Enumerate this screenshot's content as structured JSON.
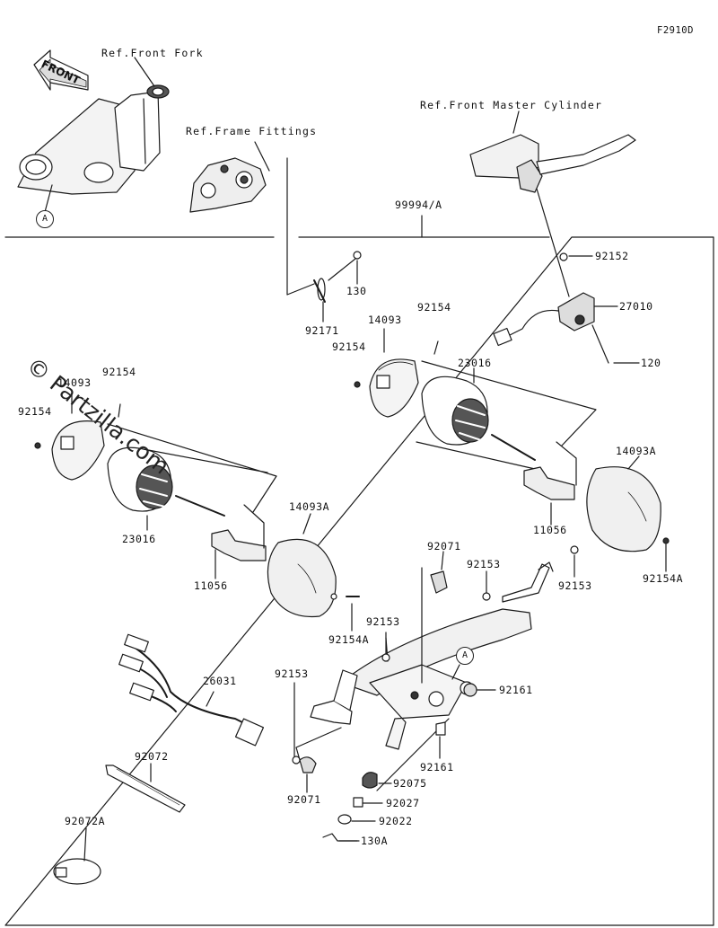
{
  "figure_code": "F2910D",
  "watermark": "© Partzilla.com",
  "front_label": "FRONT",
  "refs": {
    "front_fork": "Ref.Front Fork",
    "frame_fittings": "Ref.Frame Fittings",
    "master_cylinder": "Ref.Front Master Cylinder"
  },
  "circle_refs": {
    "top_left": "A",
    "bracket": "A"
  },
  "parts": {
    "p99994A": "99994/A",
    "p92152": "92152",
    "p27010": "27010",
    "p120": "120",
    "p130": "130",
    "p92171": "92171",
    "p14093_r": "14093",
    "p92154_r1": "92154",
    "p92154_r2": "92154",
    "p23016_r": "23016",
    "p14093A_r": "14093A",
    "p11056_r": "11056",
    "p92154A_r": "92154A",
    "p14093_l": "14093",
    "p92154_l1": "92154",
    "p92154_l2": "92154",
    "p23016_l": "23016",
    "p14093A_l": "14093A",
    "p11056_l": "11056",
    "p92154A_l": "92154A",
    "p92071_t": "92071",
    "p92153_a": "92153",
    "p92153_b": "92153",
    "p92153_c": "92153",
    "p92153_d": "92153",
    "p26031": "26031",
    "p92161_a": "92161",
    "p92161_b": "92161",
    "p92075": "92075",
    "p92027": "92027",
    "p92022": "92022",
    "p130A": "130A",
    "p92071_b": "92071",
    "p92072": "92072",
    "p92072A": "92072A"
  }
}
